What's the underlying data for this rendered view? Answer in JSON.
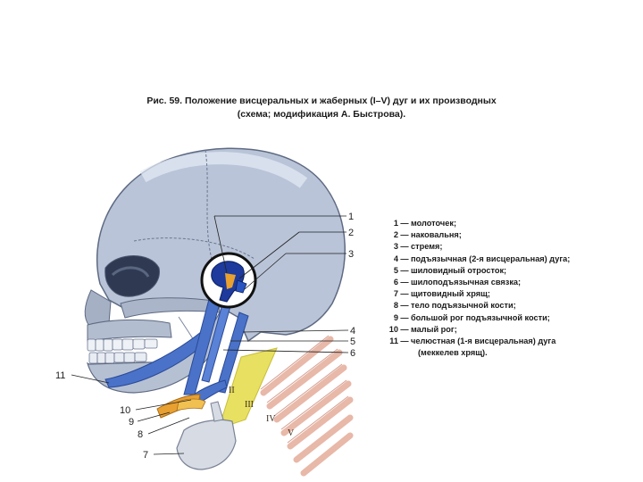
{
  "caption": {
    "line1": "Рис. 59. Положение висцеральных и жаберных (I–V) дуг и их производных",
    "line2": "(схема; модификация А. Быстрова)."
  },
  "figure": {
    "callouts": [
      "1",
      "2",
      "3",
      "4",
      "5",
      "6",
      "7",
      "8",
      "9",
      "10",
      "11"
    ],
    "arch_labels": [
      "II",
      "III",
      "IV",
      "V"
    ]
  },
  "legend": {
    "items": [
      {
        "num": "1",
        "dash": "—",
        "text": "молоточек;"
      },
      {
        "num": "2",
        "dash": "—",
        "text": "наковальня;"
      },
      {
        "num": "3",
        "dash": "—",
        "text": "стремя;"
      },
      {
        "num": "4",
        "dash": "—",
        "text": "подъязычная (2-я висцеральная) дуга;"
      },
      {
        "num": "5",
        "dash": "—",
        "text": "шиловидный отросток;"
      },
      {
        "num": "6",
        "dash": "—",
        "text": "шилоподъязычная связка;"
      },
      {
        "num": "7",
        "dash": "—",
        "text": "щитовидный хрящ;"
      },
      {
        "num": "8",
        "dash": "—",
        "text": "тело подъязычной кости;"
      },
      {
        "num": "9",
        "dash": "—",
        "text": "большой рог подъязычной кости;"
      },
      {
        "num": "10",
        "dash": "—",
        "text": "малый рог;"
      },
      {
        "num": "11",
        "dash": "—",
        "text": "челюстная (1-я висцеральная) дуга"
      }
    ],
    "continuation": "(меккелев хрящ)."
  }
}
